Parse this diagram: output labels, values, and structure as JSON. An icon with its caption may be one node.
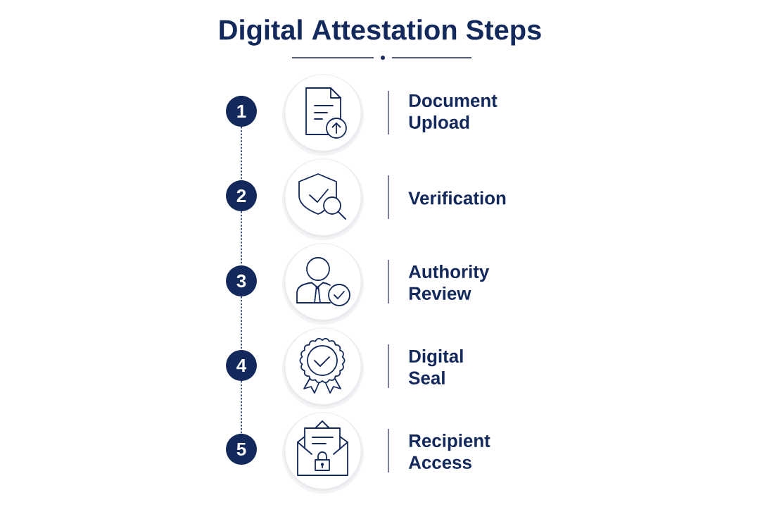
{
  "diagram": {
    "title": "Digital Attestation Steps",
    "nodes": [
      {
        "text": [
          "1"
        ]
      },
      {
        "text": [],
        "shape": "circle",
        "beside": [
          "Document Upload"
        ]
      },
      {
        "text": [
          "2"
        ]
      },
      {
        "text": [],
        "shape": "circle",
        "beside": [
          "Verification"
        ]
      },
      {
        "text": [
          "3"
        ]
      },
      {
        "text": [],
        "shape": "circle",
        "beside": [
          "Authority Review"
        ]
      },
      {
        "text": [
          "4"
        ]
      },
      {
        "text": [],
        "shape": "circle",
        "beside": [
          "Digital Seal"
        ]
      },
      {
        "text": [
          "5"
        ]
      },
      {
        "text": [],
        "shape": "circle",
        "beside": [
          "Recipient Access"
        ]
      }
    ],
    "edges": [
      {
        "from": 0,
        "to": 2,
        "arrow": "none",
        "style": "dashed"
      },
      {
        "from": 2,
        "to": 4,
        "arrow": "none",
        "style": "dashed"
      },
      {
        "from": 4,
        "to": 6,
        "arrow": "none",
        "style": "dashed"
      },
      {
        "from": 6,
        "to": 8,
        "arrow": "none",
        "style": "dashed"
      }
    ]
  }
}
